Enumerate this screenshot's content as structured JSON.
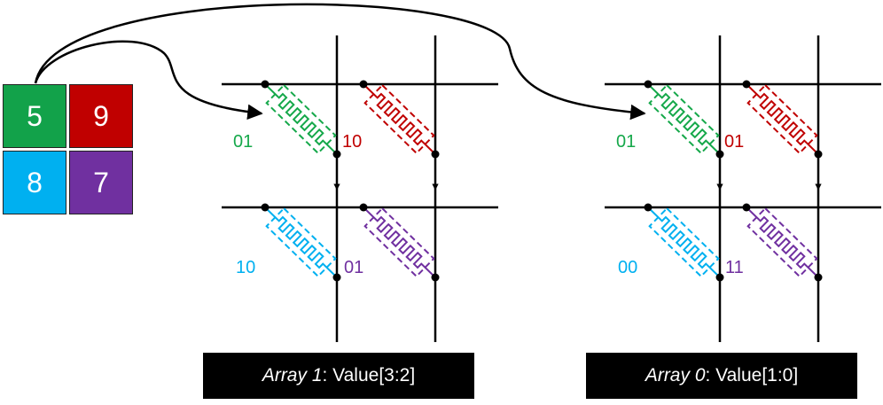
{
  "colors": {
    "green": "#15a84a",
    "red": "#c00000",
    "blue": "#00b0f0",
    "purple": "#7030a0",
    "line": "#000000"
  },
  "matrix": {
    "cells": [
      {
        "value": "5",
        "color": "#12a24a"
      },
      {
        "value": "9",
        "color": "#c00000"
      },
      {
        "value": "8",
        "color": "#00b0f0"
      },
      {
        "value": "7",
        "color": "#7030a0"
      }
    ]
  },
  "arrays": [
    {
      "name": "Array 1",
      "suffix": ": Value[3:2]",
      "bits": [
        {
          "text": "01",
          "color": "#15a84a"
        },
        {
          "text": "10",
          "color": "#c00000"
        },
        {
          "text": "10",
          "color": "#00b0f0"
        },
        {
          "text": "01",
          "color": "#7030a0"
        }
      ]
    },
    {
      "name": "Array 0",
      "suffix": ": Value[1:0]",
      "bits": [
        {
          "text": "01",
          "color": "#15a84a"
        },
        {
          "text": "01",
          "color": "#c00000"
        },
        {
          "text": "00",
          "color": "#00b0f0"
        },
        {
          "text": "11",
          "color": "#7030a0"
        }
      ]
    }
  ],
  "icons": {
    "memristor": "memristor-icon",
    "node": "node-dot-icon",
    "arrow": "arrow-icon"
  }
}
